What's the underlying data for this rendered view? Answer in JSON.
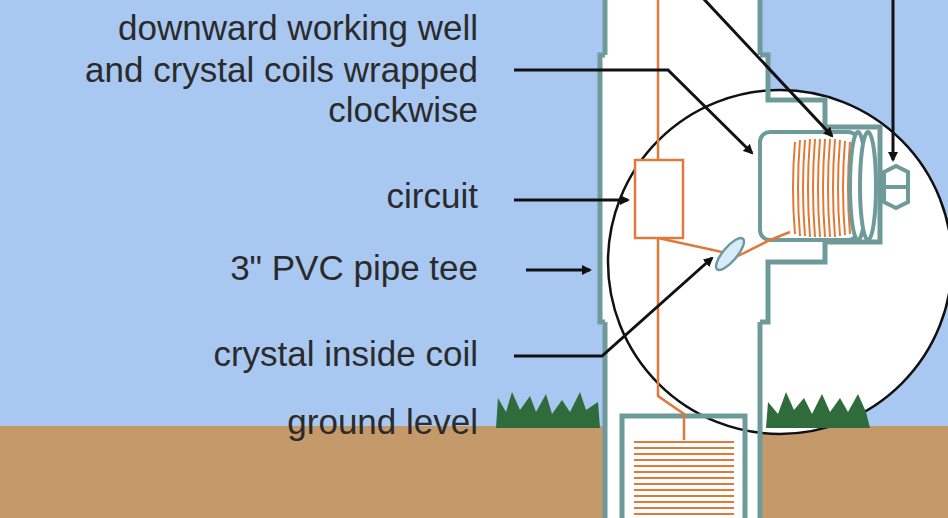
{
  "diagram": {
    "labels": [
      "downward working well",
      "and crystal coils wrapped clockwise",
      "circuit",
      "3\" PVC pipe tee",
      "crystal inside coil",
      "ground level"
    ]
  }
}
